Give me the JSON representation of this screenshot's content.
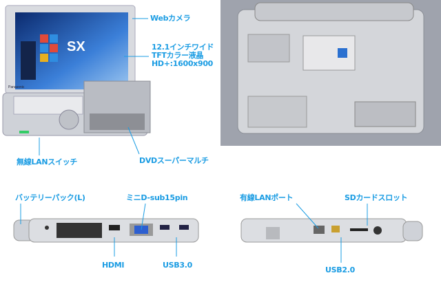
{
  "accent_color": "#1a9ce3",
  "laptop_brand": "Panasonic",
  "screen_logo": "SX",
  "labels": {
    "webcam": "Webカメラ",
    "display_line1": "12.1インチワイド",
    "display_line2": "TFTカラー液晶",
    "display_line3": "HD+:1600x900",
    "dvd": "DVDスーパーマルチ",
    "wireless_switch": "無線LANスイッチ",
    "battery": "バッテリーパック(L)",
    "dsub": "ミニD-sub15pin",
    "hdmi": "HDMI",
    "usb3": "USB3.0",
    "lan": "有線LANポート",
    "sd": "SDカードスロット",
    "usb2": "USB2.0"
  }
}
